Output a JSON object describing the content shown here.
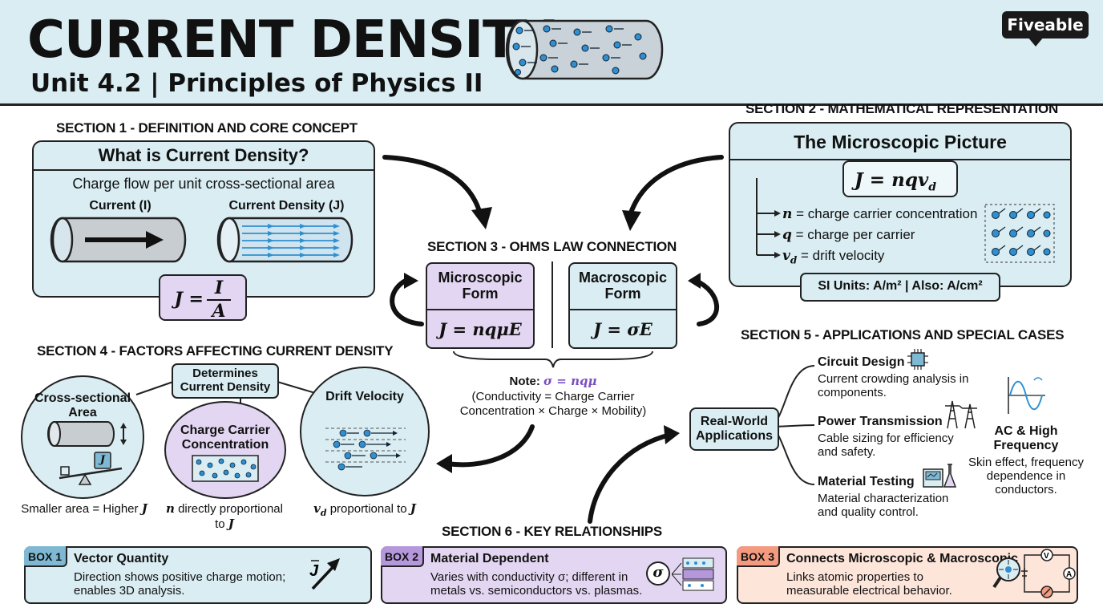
{
  "header": {
    "title": "CURRENT DENSITY",
    "subtitle": "Unit 4.2 | Principles of Physics II",
    "brand": "Fiveable"
  },
  "section1": {
    "heading": "SECTION 1 - DEFINITION AND CORE CONCEPT",
    "card_title": "What is Current Density?",
    "description": "Charge flow per unit cross-sectional area",
    "current_label": "Current (I)",
    "density_label": "Current Density (J)",
    "formula_lhs": "J =",
    "formula_num": "I",
    "formula_den": "A"
  },
  "section2": {
    "heading": "SECTION 2 - MATHEMATICAL REPRESENTATION",
    "card_title": "The Microscopic Picture",
    "formula": "J = nqv",
    "formula_sub": "d",
    "defs": [
      {
        "sym": "n",
        "text": "= charge carrier concentration"
      },
      {
        "sym": "q",
        "text": "= charge per carrier"
      },
      {
        "sym": "v",
        "sub": "d",
        "text": "= drift velocity"
      }
    ],
    "si_units": "SI Units: A/m² | Also: A/cm²"
  },
  "section3": {
    "heading": "SECTION 3 - OHMS LAW CONNECTION",
    "micro_label": "Microscopic Form",
    "micro_formula": "J = nqμE",
    "macro_label": "Macroscopic Form",
    "macro_formula": "J = σE",
    "note_label": "Note:",
    "note_formula": "σ = nqμ",
    "note_text": "(Conductivity = Charge Carrier Concentration × Charge × Mobility)"
  },
  "section4": {
    "heading": "SECTION 4 - FACTORS AFFECTING CURRENT DENSITY",
    "center_label": "Determines Current Density",
    "factor1_title": "Cross-sectional Area",
    "factor1_caption": "Smaller area = Higher J",
    "factor2_title": "Charge Carrier Concentration",
    "factor2_caption": "n directly proportional to J",
    "factor3_title": "Drift Velocity",
    "factor3_caption": "v_d proportional to J",
    "j_badge": "J"
  },
  "section5": {
    "heading": "SECTION 5 - APPLICATIONS AND SPECIAL CASES",
    "hub": "Real-World Applications",
    "items": [
      {
        "title": "Circuit Design",
        "desc": "Current crowding analysis in components."
      },
      {
        "title": "Power Transmission",
        "desc": "Cable sizing for efficiency and safety."
      },
      {
        "title": "Material Testing",
        "desc": "Material characterization and quality control."
      }
    ],
    "ac_title": "AC & High Frequency",
    "ac_desc": "Skin effect, frequency dependence in conductors."
  },
  "section6": {
    "heading": "SECTION 6 - KEY RELATIONSHIPS",
    "boxes": [
      {
        "tag": "BOX 1",
        "title": "Vector Quantity",
        "desc": "Direction shows positive charge motion; enables 3D analysis."
      },
      {
        "tag": "BOX 2",
        "title": "Material Dependent",
        "desc": "Varies with conductivity σ; different in metals vs. semiconductors vs. plasmas."
      },
      {
        "tag": "BOX 3",
        "title": "Connects Microscopic & Macroscopic",
        "desc": "Links atomic properties to measurable electrical behavior."
      }
    ],
    "sigma_symbol": "σ"
  },
  "colors": {
    "blue": "#d9edf3",
    "purple": "#e3d6f2",
    "peach": "#fde5da",
    "tag_blue": "#7fb8d3",
    "tag_purple": "#b597dc",
    "tag_peach": "#f39a7f",
    "electron": "#2f8fd0"
  }
}
